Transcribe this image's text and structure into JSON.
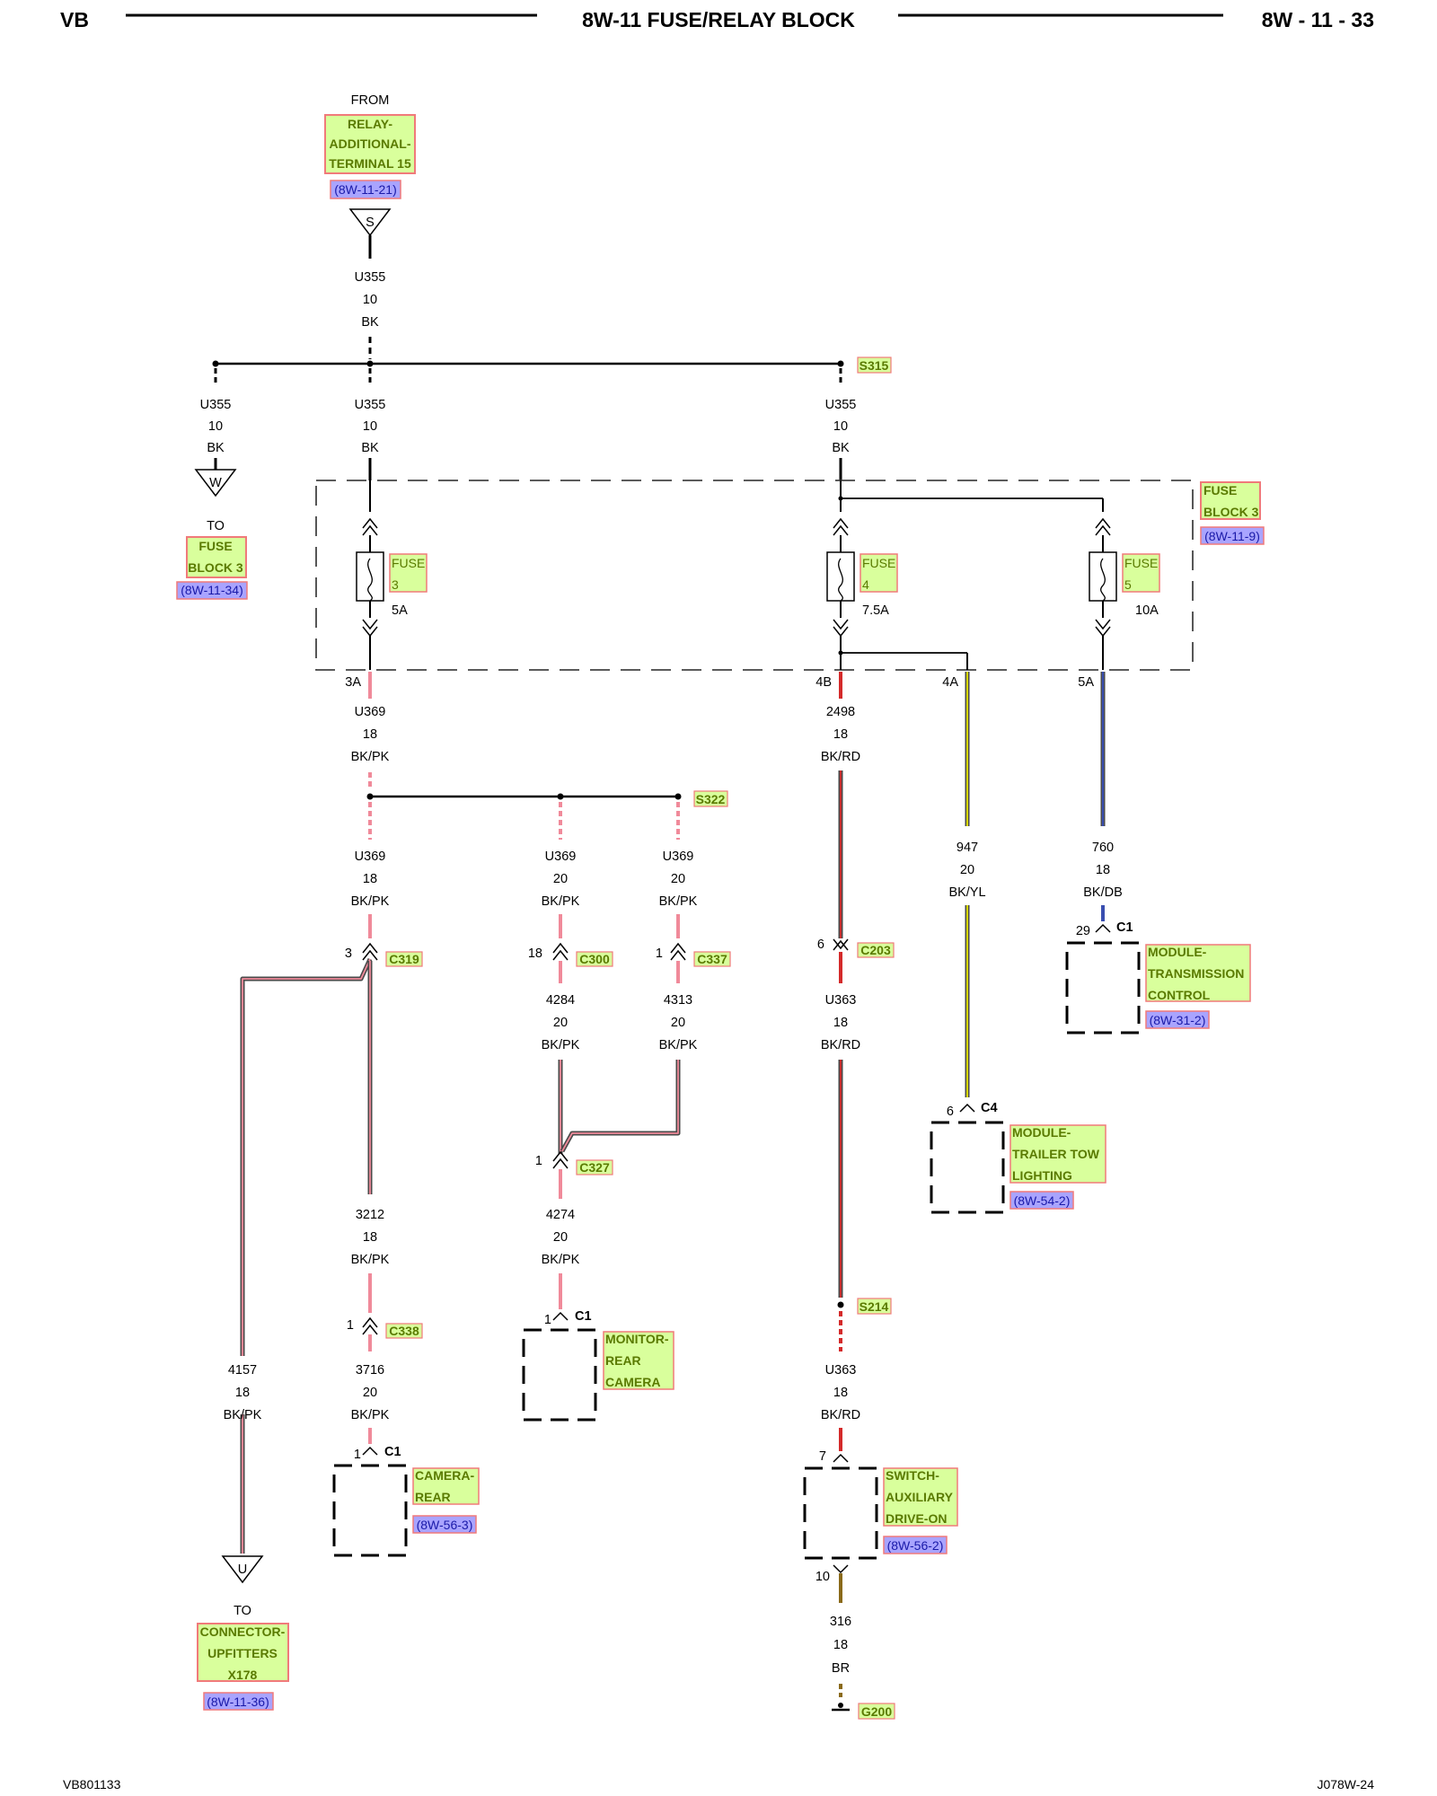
{
  "header": {
    "left": "VB",
    "title": "8W-11 FUSE/RELAY BLOCK",
    "right": "8W - 11 - 33"
  },
  "footer": {
    "left": "VB801133",
    "right": "J078W-24"
  },
  "source": {
    "from": "FROM",
    "name": [
      "RELAY-",
      "ADDITIONAL-",
      "TERMINAL 15"
    ],
    "ref": "(8W-11-21)",
    "symbol": "S",
    "wire": {
      "circuit": "U355",
      "gauge": "10",
      "color": "BK"
    }
  },
  "to_fuse_block": {
    "wire": {
      "circuit": "U355",
      "gauge": "10",
      "color": "BK"
    },
    "symbol": "W",
    "to": "TO",
    "name": [
      "FUSE",
      "BLOCK 3"
    ],
    "ref": "(8W-11-34)"
  },
  "splices": {
    "s315": "S315",
    "s322": "S322",
    "s214": "S214"
  },
  "fuse_block": {
    "name": [
      "FUSE",
      "BLOCK 3"
    ],
    "ref": "(8W-11-9)",
    "wire_mid": {
      "circuit": "U355",
      "gauge": "10",
      "color": "BK"
    },
    "wire_right": {
      "circuit": "U355",
      "gauge": "10",
      "color": "BK"
    },
    "fuses": [
      {
        "label": [
          "FUSE",
          "3"
        ],
        "rating": "5A"
      },
      {
        "label": [
          "FUSE",
          "4"
        ],
        "rating": "7.5A"
      },
      {
        "label": [
          "FUSE",
          "5"
        ],
        "rating": "10A"
      }
    ],
    "cavities": [
      "3A",
      "4B",
      "4A",
      "5A"
    ]
  },
  "wires": {
    "u369_main": {
      "circuit": "U369",
      "gauge": "18",
      "color": "BK/PK"
    },
    "w2498": {
      "circuit": "2498",
      "gauge": "18",
      "color": "BK/RD"
    },
    "w947": {
      "circuit": "947",
      "gauge": "20",
      "color": "BK/YL"
    },
    "w760": {
      "circuit": "760",
      "gauge": "18",
      "color": "BK/DB"
    },
    "u369_a": {
      "circuit": "U369",
      "gauge": "18",
      "color": "BK/PK"
    },
    "u369_b": {
      "circuit": "U369",
      "gauge": "20",
      "color": "BK/PK"
    },
    "u369_c": {
      "circuit": "U369",
      "gauge": "20",
      "color": "BK/PK"
    },
    "w4284": {
      "circuit": "4284",
      "gauge": "20",
      "color": "BK/PK"
    },
    "w4313": {
      "circuit": "4313",
      "gauge": "20",
      "color": "BK/PK"
    },
    "w4274": {
      "circuit": "4274",
      "gauge": "20",
      "color": "BK/PK"
    },
    "w3212": {
      "circuit": "3212",
      "gauge": "18",
      "color": "BK/PK"
    },
    "w3716": {
      "circuit": "3716",
      "gauge": "20",
      "color": "BK/PK"
    },
    "w4157": {
      "circuit": "4157",
      "gauge": "18",
      "color": "BK/PK"
    },
    "u363_a": {
      "circuit": "U363",
      "gauge": "18",
      "color": "BK/RD"
    },
    "u363_b": {
      "circuit": "U363",
      "gauge": "18",
      "color": "BK/RD"
    },
    "w316": {
      "circuit": "316",
      "gauge": "18",
      "color": "BR"
    }
  },
  "connectors": {
    "c319": {
      "name": "C319",
      "pin": "3"
    },
    "c300": {
      "name": "C300",
      "pin": "18"
    },
    "c337": {
      "name": "C337",
      "pin": "1"
    },
    "c203": {
      "name": "C203",
      "pin": "6"
    },
    "c327": {
      "name": "C327",
      "pin": "1"
    },
    "c338": {
      "name": "C338",
      "pin": "1"
    }
  },
  "components": {
    "tcm": {
      "conn": "C1",
      "pin": "29",
      "name": [
        "MODULE-",
        "TRANSMISSION",
        "CONTROL"
      ],
      "ref": "(8W-31-2)"
    },
    "ttl": {
      "conn": "C4",
      "pin": "6",
      "name": [
        "MODULE-",
        "TRAILER TOW",
        "LIGHTING"
      ],
      "ref": "(8W-54-2)"
    },
    "monitor": {
      "conn": "C1",
      "pin": "1",
      "name": [
        "MONITOR-",
        "REAR",
        "CAMERA"
      ]
    },
    "camera": {
      "conn": "C1",
      "pin": "1",
      "name": [
        "CAMERA-",
        "REAR"
      ],
      "ref": "(8W-56-3)"
    },
    "switch": {
      "pin_top": "7",
      "pin_bottom": "10",
      "name": [
        "SWITCH-",
        "AUXILIARY",
        "DRIVE-ON"
      ],
      "ref": "(8W-56-2)"
    }
  },
  "upfitter": {
    "symbol": "U",
    "to": "TO",
    "name": [
      "CONNECTOR-",
      "UPFITTERS",
      "X178"
    ],
    "ref": "(8W-11-36)"
  },
  "ground": {
    "name": "G200"
  },
  "colors": {
    "pink": "#f08a9a",
    "red": "#d42a2a",
    "yellow": "#e6e600",
    "blue": "#3a4fb0",
    "brown": "#8a6a1a",
    "highlight_fill": "#d9ff9c",
    "highlight_border": "#f07a7a",
    "ref_fill": "#a9a4ff"
  }
}
